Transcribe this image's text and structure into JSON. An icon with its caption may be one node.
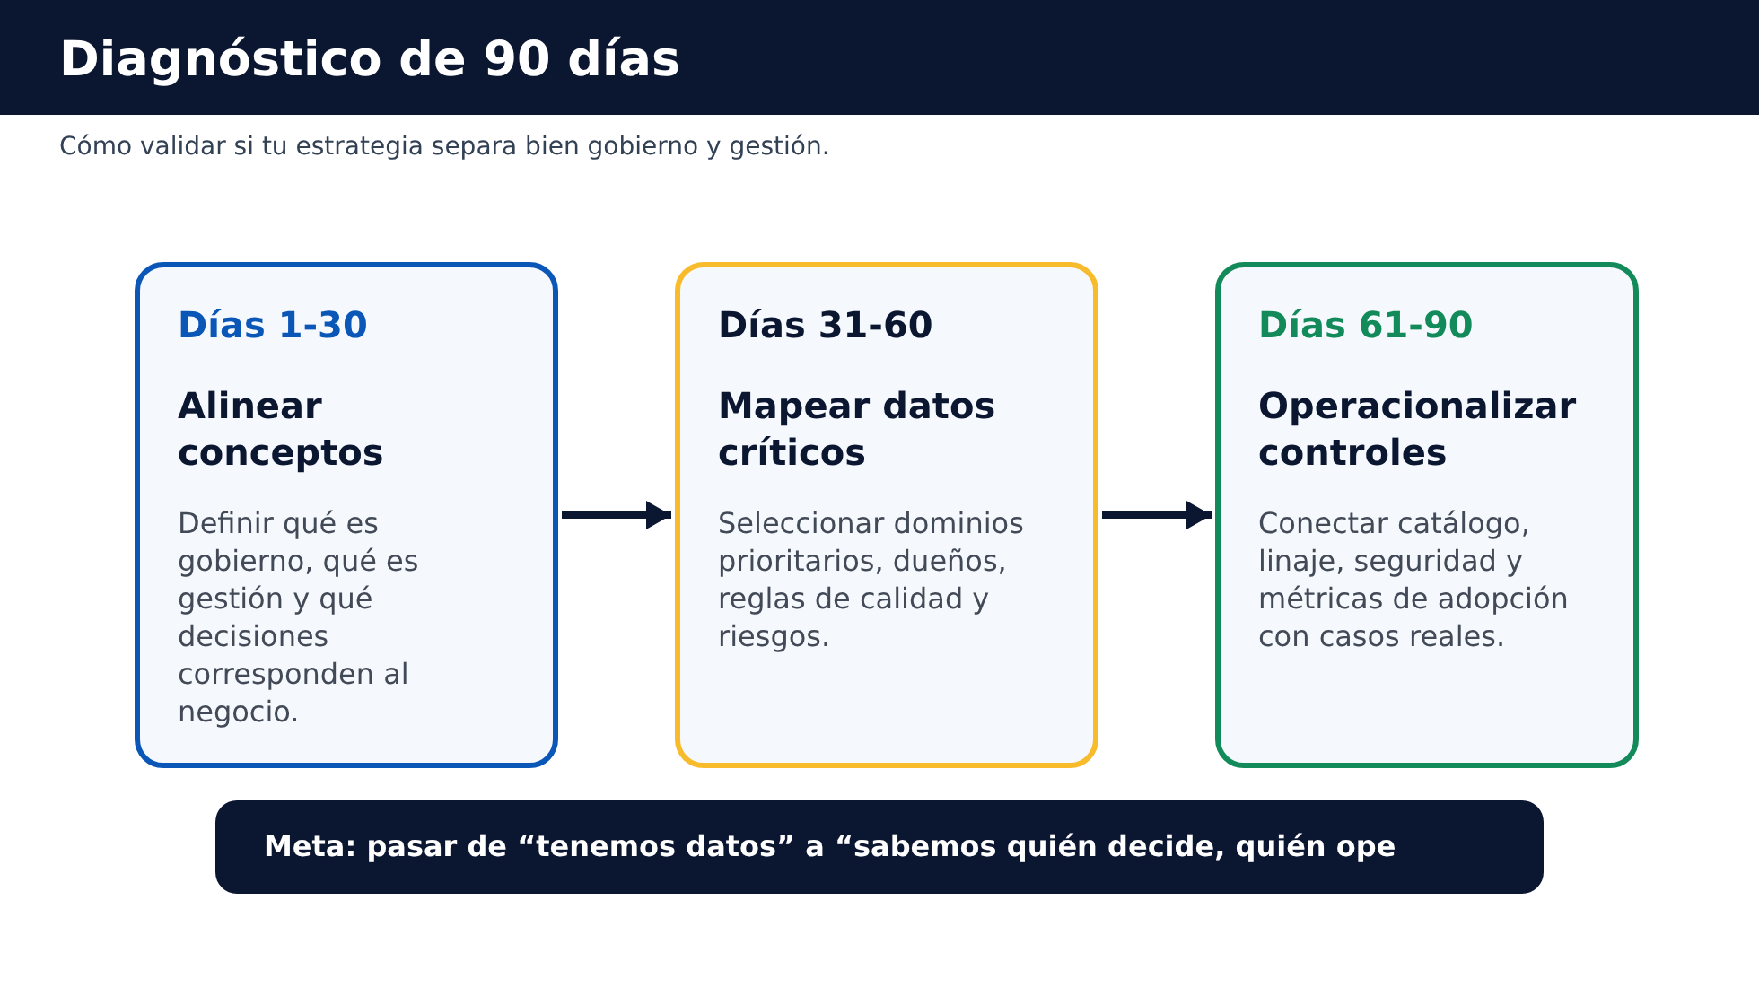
{
  "diagram": {
    "title": "Diagnóstico de 90 días",
    "nodes": [
      {
        "text": [
          "Días 1-30",
          "Alinear conceptos",
          "Definir qué es gobierno, qué es gestión y qué decisiones corresponden al negocio."
        ]
      },
      {
        "text": [
          "Días 31-60",
          "Mapear datos críticos",
          "Seleccionar dominios prioritarios, dueños, reglas de calidad y riesgos."
        ]
      },
      {
        "text": [
          "Días 61-90",
          "Operacionalizar controles",
          "Conectar catálogo, linaje, seguridad y métricas de adopción con casos reales."
        ]
      },
      {
        "text": [
          "Meta: pasar de “tenemos datos” a “sabemos quién decide, quién ope"
        ]
      }
    ],
    "edges": [
      {
        "from": 0,
        "to": 1,
        "arrow": "to"
      },
      {
        "from": 1,
        "to": 2,
        "arrow": "to"
      }
    ],
    "labels": [
      "Cómo validar si tu estrategia separa bien gobierno y gestión."
    ]
  }
}
